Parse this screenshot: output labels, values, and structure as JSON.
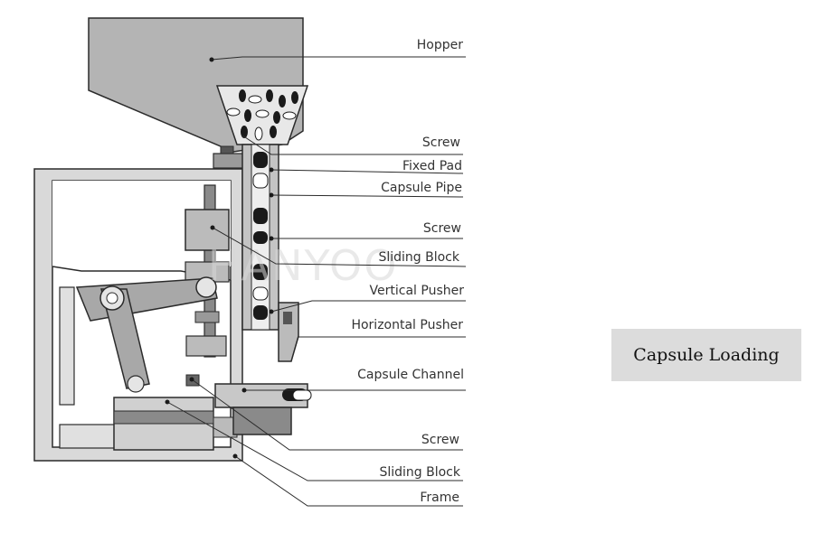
{
  "watermark": "HANYOO",
  "caption": "Capsule Loading",
  "labels": [
    "Hopper",
    "Screw",
    "Fixed Pad",
    "Capsule Pipe",
    "Screw",
    "Sliding Block",
    "Vertical Pusher",
    "Horizontal Pusher",
    "Capsule Channel",
    "Screw",
    "Sliding Block",
    "Frame"
  ],
  "colors": {
    "line": "#2b2b2b",
    "body_fill": "#b4b4b4",
    "light_fill": "#d9d9d9",
    "dark_fill": "#7a7a7a",
    "capsule": "#1a1a1a"
  }
}
